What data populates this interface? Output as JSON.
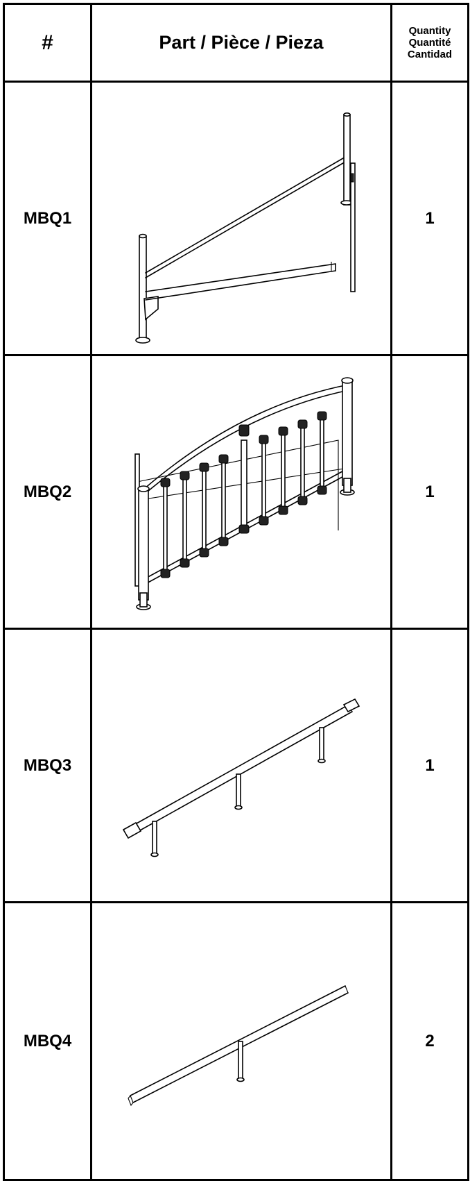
{
  "header": {
    "num": "#",
    "part": "Part / Pièce / Pieza",
    "quantity_en": "Quantity",
    "quantity_fr": "Quantité",
    "quantity_es": "Cantidad"
  },
  "rows": [
    {
      "id": "MBQ1",
      "quantity": "1",
      "drawing": "side-rail-frame"
    },
    {
      "id": "MBQ2",
      "quantity": "1",
      "drawing": "headboard-panel"
    },
    {
      "id": "MBQ3",
      "quantity": "1",
      "drawing": "center-rail-three-legs"
    },
    {
      "id": "MBQ4",
      "quantity": "2",
      "drawing": "slat-one-leg"
    }
  ]
}
